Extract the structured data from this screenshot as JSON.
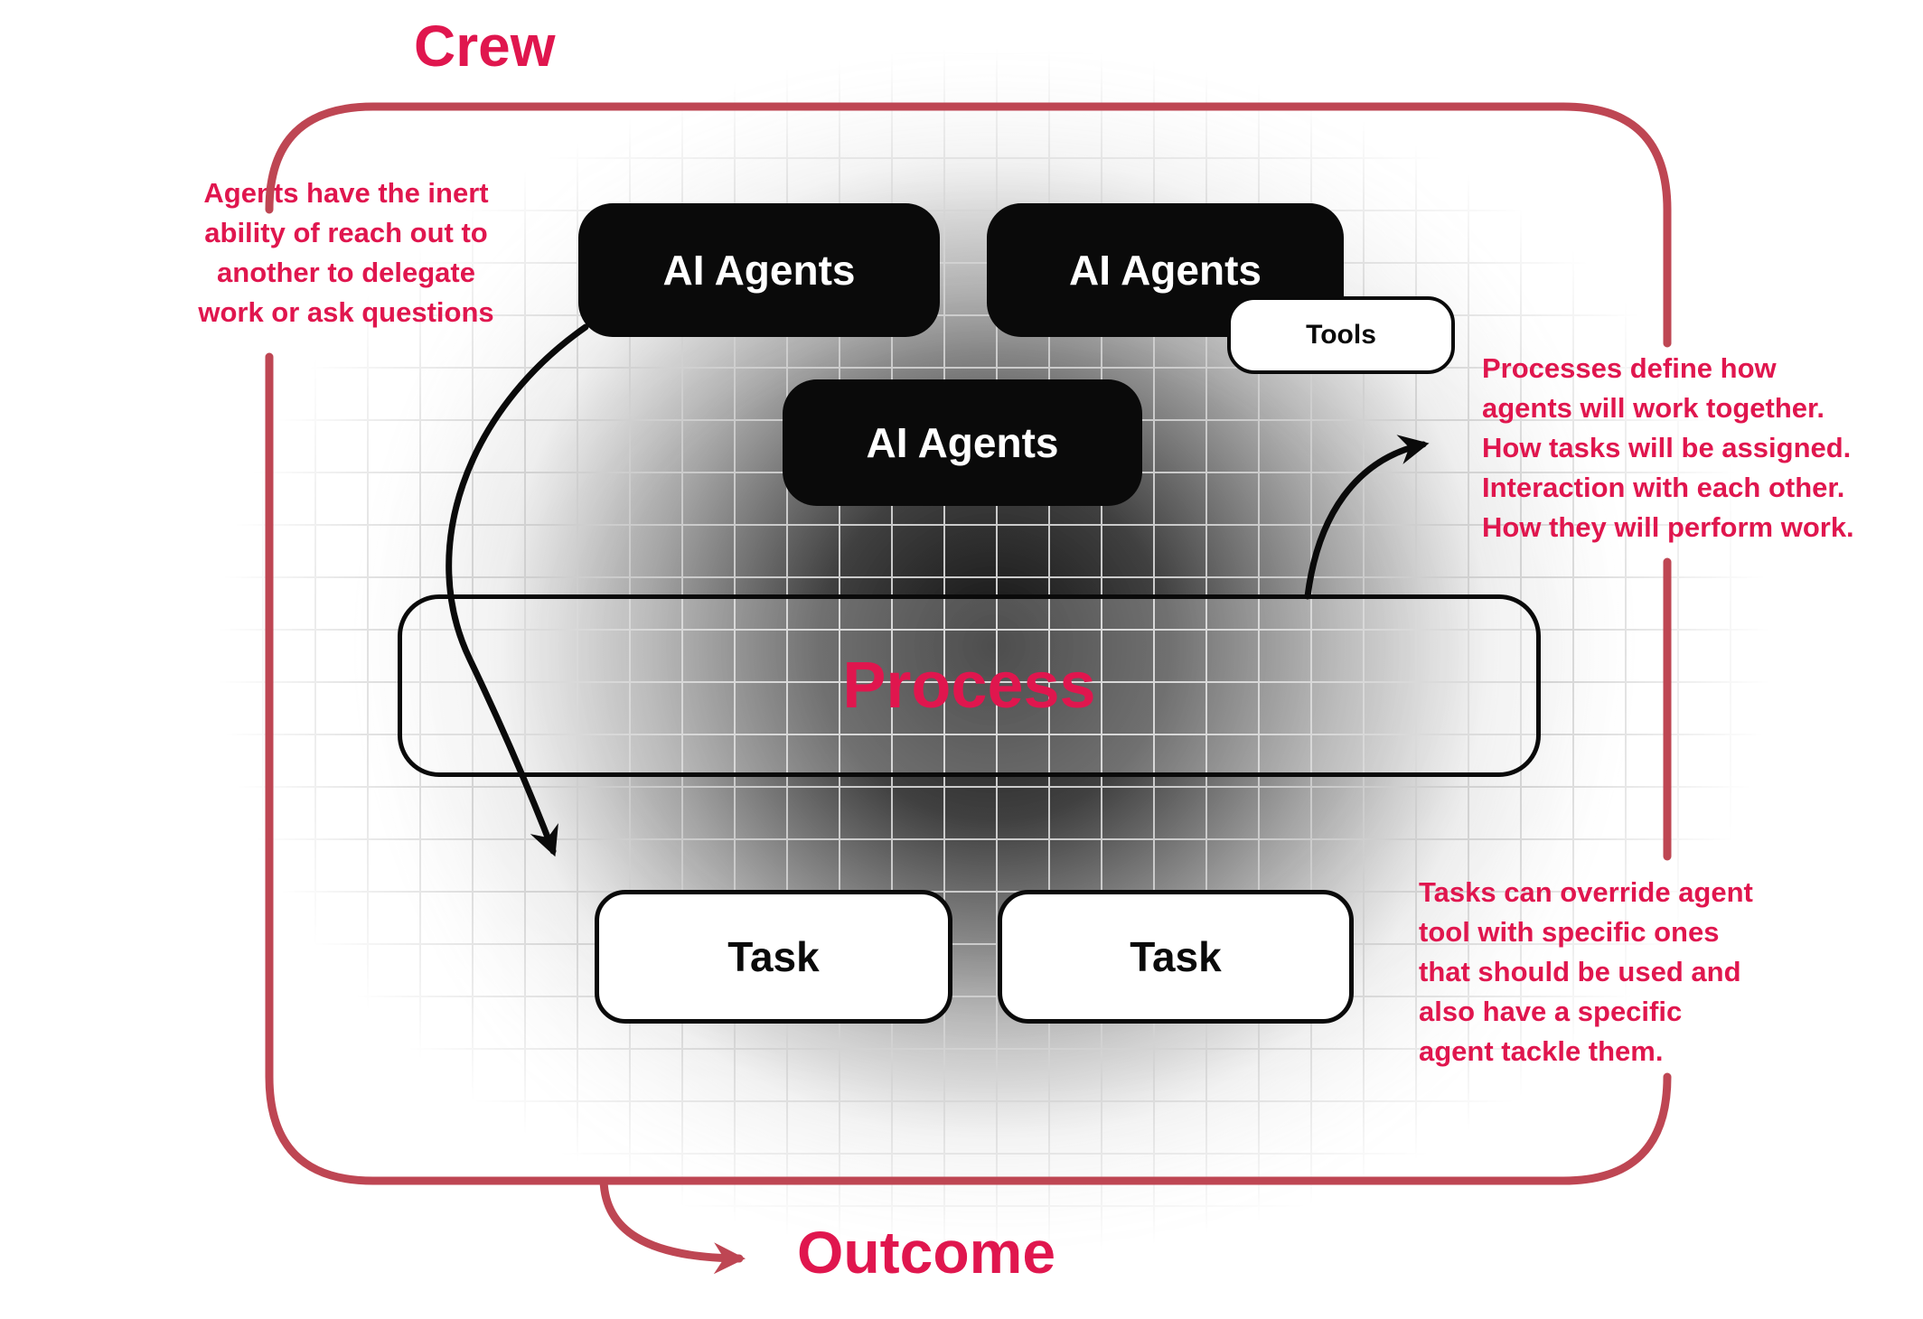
{
  "labels": {
    "crew": "Crew",
    "outcome": "Outcome"
  },
  "nodes": {
    "agents1": "AI Agents",
    "agents2": "AI Agents",
    "agents3": "AI Agents",
    "tools": "Tools",
    "process": "Process",
    "task1": "Task",
    "task2": "Task"
  },
  "annotations": {
    "left": "Agents have the inert\nability of reach out to\nanother to delegate\nwork or ask questions",
    "right_top": "Processes define how\nagents will work together.\nHow tasks will be assigned.\nInteraction with each other.\nHow they will perform work.",
    "right_bottom": "Tasks can override agent\ntool with specific ones\nthat should be used and\nalso have a specific\nagent tackle them."
  },
  "colors": {
    "crimson_text": "#e0164e",
    "border_red": "#be4653",
    "node_black": "#0a0a0a",
    "grid_line": "#cbcbcb"
  }
}
